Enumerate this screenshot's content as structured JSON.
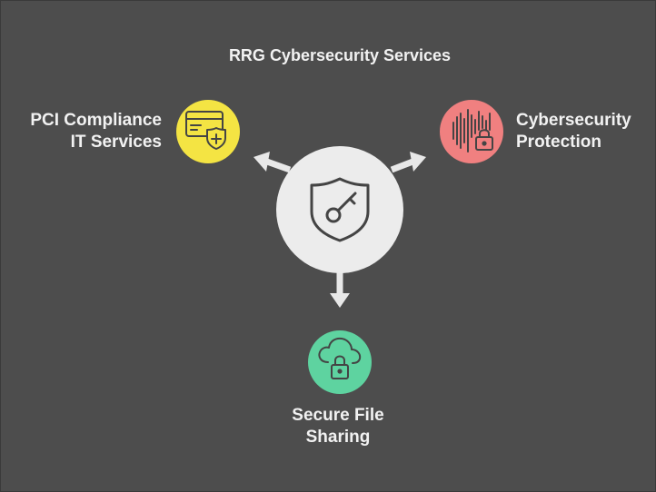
{
  "title": "RRG Cybersecurity Services",
  "center": {
    "icon": "shield-key-icon"
  },
  "nodes": [
    {
      "id": "pci",
      "label_lines": [
        "PCI Compliance",
        "IT Services"
      ],
      "icon": "credit-card-shield-icon",
      "color": "#f4e443"
    },
    {
      "id": "protection",
      "label_lines": [
        "Cybersecurity",
        "Protection"
      ],
      "icon": "waveform-lock-icon",
      "color": "#f08080"
    },
    {
      "id": "filesharing",
      "label_lines": [
        "Secure File",
        "Sharing"
      ],
      "icon": "cloud-lock-icon",
      "color": "#5ed3a0"
    }
  ],
  "colors": {
    "background": "#4d4d4d",
    "center_circle": "#ececec",
    "arrow": "#e8e8e8",
    "icon_stroke": "#444444"
  }
}
